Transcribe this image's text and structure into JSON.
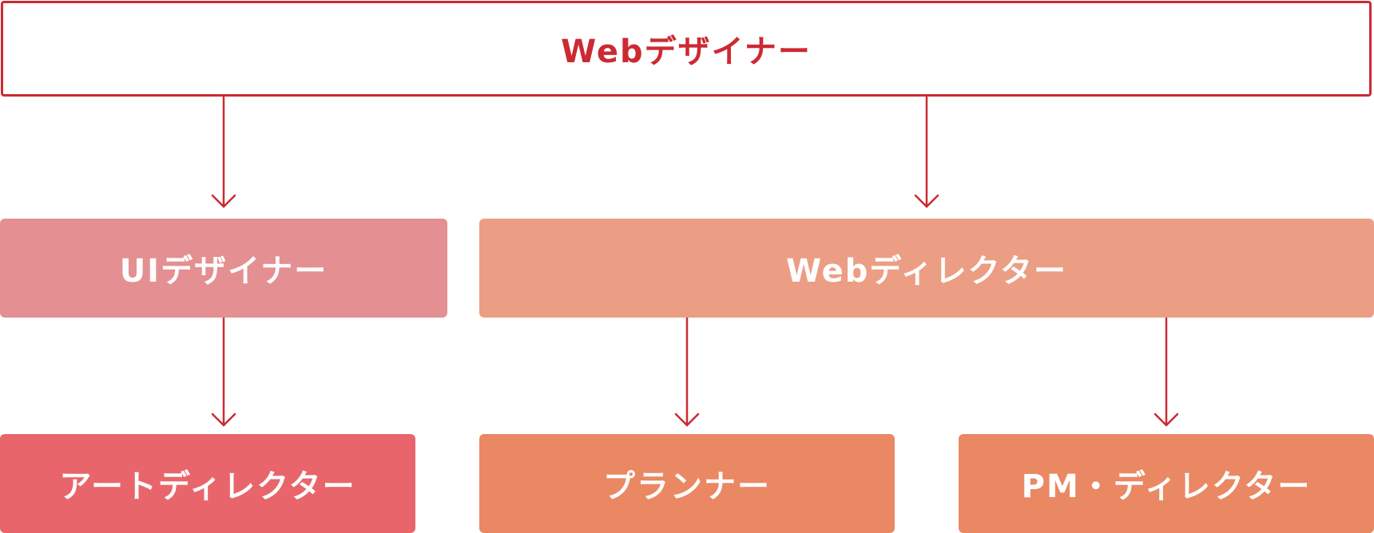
{
  "colors": {
    "connector": "#cc2a33",
    "root_border": "#cc2a33",
    "ui_designer": "#e48f91",
    "web_director": "#eb9e84",
    "art_director": "#e8666b",
    "planner": "#ea8864",
    "pm_director": "#ea8864"
  },
  "nodes": {
    "root": "Webデザイナー",
    "ui_designer": "UIデザイナー",
    "web_director": "Webディレクター",
    "art_director": "アートディレクター",
    "planner": "プランナー",
    "pm_director": "PM・ディレクター"
  },
  "edges": [
    {
      "from": "root",
      "to": "ui_designer"
    },
    {
      "from": "root",
      "to": "web_director"
    },
    {
      "from": "ui_designer",
      "to": "art_director"
    },
    {
      "from": "web_director",
      "to": "planner"
    },
    {
      "from": "web_director",
      "to": "pm_director"
    }
  ]
}
